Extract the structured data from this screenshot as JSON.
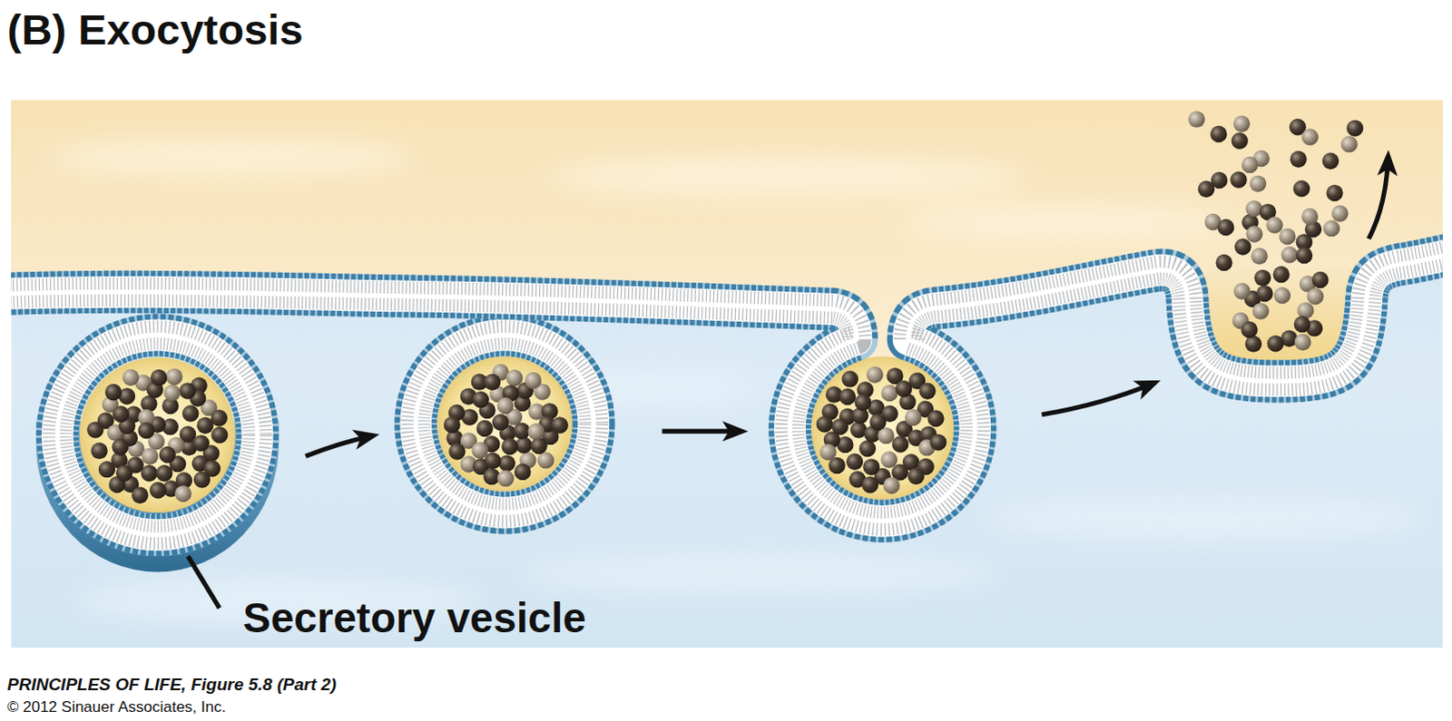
{
  "diagram": {
    "title": "(B) Exocytosis",
    "caption": "PRINCIPLES OF LIFE, Figure 5.8 (Part 2)",
    "labels": [
      "Secretory vesicle",
      "© 2012 Sinauer Associates, Inc."
    ]
  }
}
